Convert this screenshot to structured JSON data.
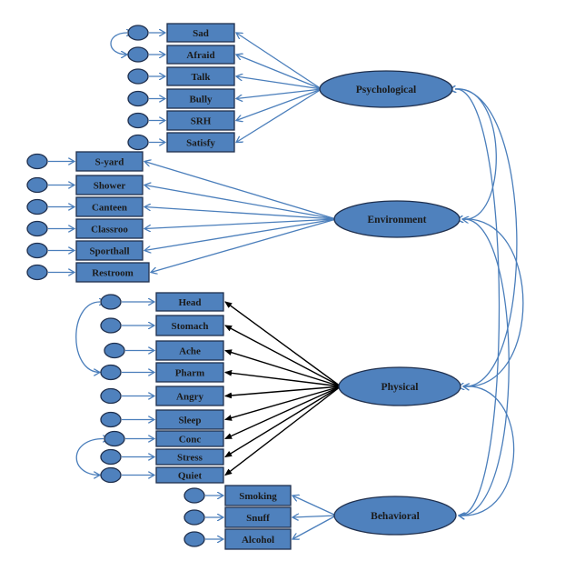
{
  "diagram": {
    "type": "structural-equation-model",
    "colors": {
      "node_fill": "#4f81bd",
      "node_stroke": "#1f2f4d",
      "edge_blue": "#4a7ebb",
      "edge_black": "#000000"
    },
    "factors": [
      {
        "id": "psychological",
        "label": "Psychological",
        "edge_color": "blue",
        "indicators": [
          "Sad",
          "Afraid",
          "Talk",
          "Bully",
          "SRH",
          "Satisfy"
        ],
        "error_covariances": [
          [
            "Sad",
            "Afraid"
          ]
        ]
      },
      {
        "id": "environment",
        "label": "Environment",
        "edge_color": "blue",
        "indicators": [
          "S-yard",
          "Shower",
          "Canteen",
          "Classroo",
          "Sporthall",
          "Restroom"
        ],
        "error_covariances": []
      },
      {
        "id": "physical",
        "label": "Physical",
        "edge_color": "black",
        "indicators": [
          "Head",
          "Stomach",
          "Ache",
          "Pharm",
          "Angry",
          "Sleep",
          "Conc",
          "Stress",
          "Quiet"
        ],
        "error_covariances": [
          [
            "Head",
            "Pharm"
          ],
          [
            "Conc",
            "Quiet"
          ]
        ]
      },
      {
        "id": "behavioral",
        "label": "Behavioral",
        "edge_color": "blue",
        "indicators": [
          "Smoking",
          "Snuff",
          "Alcohol"
        ],
        "error_covariances": []
      }
    ],
    "factor_covariances": [
      [
        "Psychological",
        "Environment"
      ],
      [
        "Psychological",
        "Physical"
      ],
      [
        "Psychological",
        "Behavioral"
      ],
      [
        "Environment",
        "Physical"
      ],
      [
        "Environment",
        "Behavioral"
      ],
      [
        "Physical",
        "Behavioral"
      ]
    ]
  }
}
